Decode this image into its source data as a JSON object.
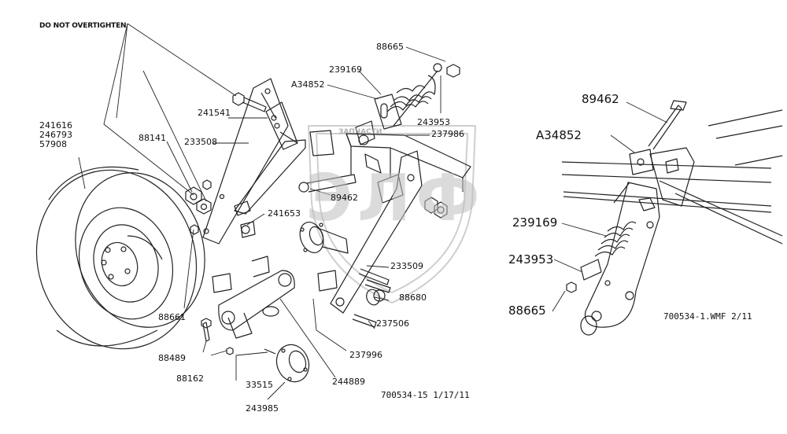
{
  "warning_note": "DO NOT OVERTIGHTEN",
  "watermark": {
    "big": "ЭЛФ",
    "small": "ЗАПЧАСТИ"
  },
  "main_view": {
    "part_numbers": {
      "p241616": "241616",
      "p246793": "246793",
      "p57908": "57908",
      "p88141": "88141",
      "p233508": "233508",
      "p241541": "241541",
      "p239169": "239169",
      "pA34852": "A34852",
      "p88665": "88665",
      "p243953": "243953",
      "p237986": "237986",
      "p89462": "89462",
      "p241653": "241653",
      "p88661": "88661",
      "p233509": "233509",
      "p88680": "88680",
      "p237506": "237506",
      "p237996": "237996",
      "p244889": "244889",
      "p88489": "88489",
      "p88162": "88162",
      "p33515": "33515",
      "p243985": "243985"
    },
    "drawing_id": "700534-15 1/17/11"
  },
  "detail_view": {
    "part_numbers": {
      "p89462": "89462",
      "pA34852": "A34852",
      "p239169": "239169",
      "p243953": "243953",
      "p88665": "88665"
    },
    "drawing_id": "700534-1.WMF 2/11"
  }
}
